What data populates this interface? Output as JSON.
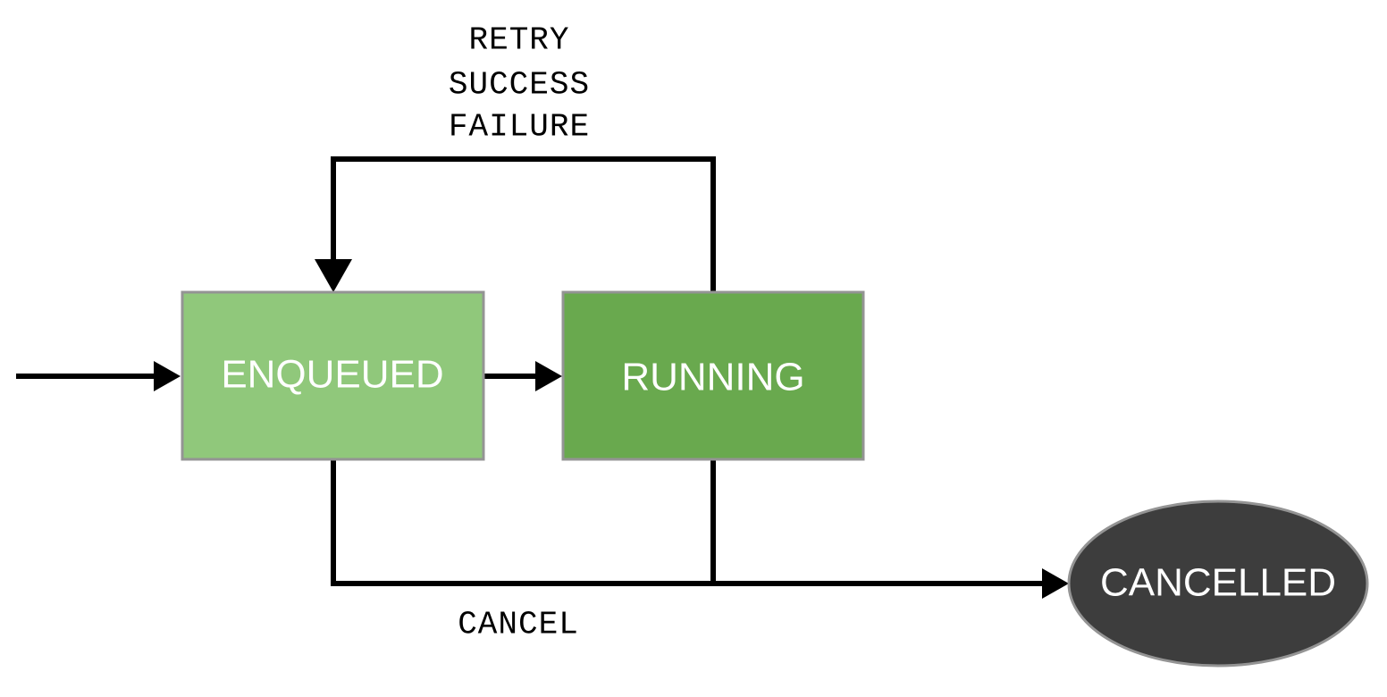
{
  "diagram": {
    "type": "state-machine-flowchart",
    "background_color": "#ffffff",
    "nodes": [
      {
        "id": "enqueued",
        "label": "ENQUEUED",
        "shape": "rectangle",
        "fill": "#90c87b",
        "stroke": "#949494",
        "text_color": "#ffffff"
      },
      {
        "id": "running",
        "label": "RUNNING",
        "shape": "rectangle",
        "fill": "#69a94e",
        "stroke": "#949494",
        "text_color": "#ffffff"
      },
      {
        "id": "cancelled",
        "label": "CANCELLED",
        "shape": "ellipse",
        "fill": "#3d3d3d",
        "stroke": "#8c8c8c",
        "text_color": "#ffffff"
      }
    ],
    "edges": [
      {
        "id": "start-to-enqueued",
        "from": "start",
        "to": "enqueued",
        "label": ""
      },
      {
        "id": "enqueued-to-running",
        "from": "enqueued",
        "to": "running",
        "label": ""
      },
      {
        "id": "running-to-enqueued",
        "from": "running",
        "to": "enqueued",
        "label": "RETRY\nSUCCESS\nFAILURE"
      },
      {
        "id": "to-cancelled",
        "from": "enqueued,running",
        "to": "cancelled",
        "label": "CANCEL"
      }
    ],
    "edge_labels": {
      "retry": "RETRY",
      "success": "SUCCESS",
      "failure": "FAILURE",
      "cancel": "CANCEL"
    }
  }
}
